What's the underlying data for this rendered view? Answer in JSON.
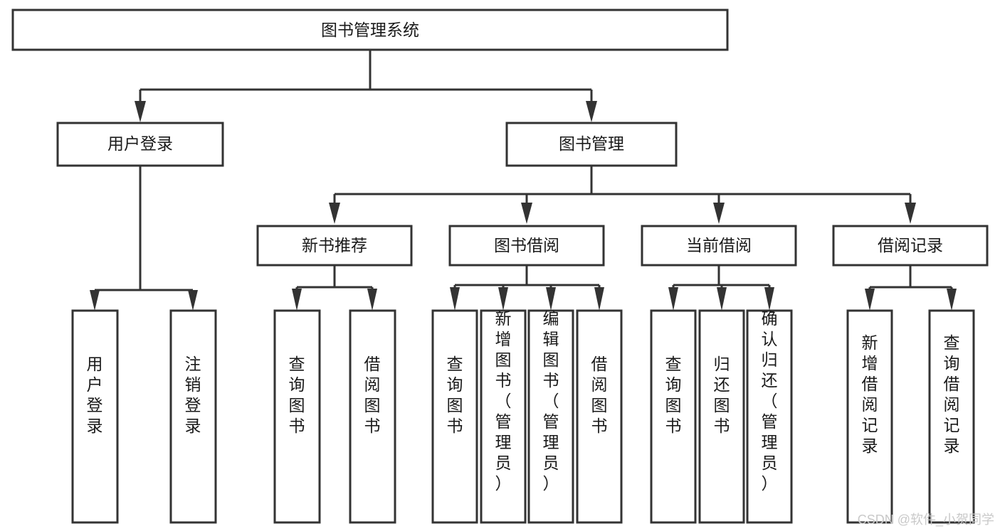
{
  "diagram": {
    "title": "图书管理系统",
    "type": "tree-hierarchy",
    "watermark": "CSDN @软件_小贺同学",
    "colors": {
      "stroke": "#333333",
      "fill": "#ffffff",
      "text": "#1a1a1a",
      "watermark": "#c9c9c9"
    },
    "nodes": {
      "root": {
        "label": "图书管理系统",
        "level": 0,
        "orientation": "horizontal"
      },
      "l1": [
        {
          "id": "user-login",
          "label": "用户登录",
          "orientation": "horizontal"
        },
        {
          "id": "book-manage",
          "label": "图书管理",
          "orientation": "horizontal"
        }
      ],
      "l2": [
        {
          "id": "new-book-recommend",
          "label": "新书推荐",
          "parent": "book-manage",
          "orientation": "horizontal"
        },
        {
          "id": "book-borrow",
          "label": "图书借阅",
          "parent": "book-manage",
          "orientation": "horizontal"
        },
        {
          "id": "current-borrow",
          "label": "当前借阅",
          "parent": "book-manage",
          "orientation": "horizontal"
        },
        {
          "id": "borrow-record",
          "label": "借阅记录",
          "parent": "book-manage",
          "orientation": "horizontal"
        }
      ],
      "leaves": [
        {
          "id": "leaf-user-login",
          "label": "用户登录",
          "parent": "user-login",
          "orientation": "vertical"
        },
        {
          "id": "leaf-user-logout",
          "label": "注销登录",
          "parent": "user-login",
          "orientation": "vertical"
        },
        {
          "id": "leaf-query-book-1",
          "label": "查询图书",
          "parent": "new-book-recommend",
          "orientation": "vertical"
        },
        {
          "id": "leaf-borrow-book-1",
          "label": "借阅图书",
          "parent": "new-book-recommend",
          "orientation": "vertical"
        },
        {
          "id": "leaf-query-book-2",
          "label": "查询图书",
          "parent": "book-borrow",
          "orientation": "vertical"
        },
        {
          "id": "leaf-add-book",
          "label": "新增图书（管理员）",
          "parent": "book-borrow",
          "orientation": "vertical"
        },
        {
          "id": "leaf-edit-book",
          "label": "编辑图书（管理员）",
          "parent": "book-borrow",
          "orientation": "vertical"
        },
        {
          "id": "leaf-borrow-book-2",
          "label": "借阅图书",
          "parent": "book-borrow",
          "orientation": "vertical"
        },
        {
          "id": "leaf-query-book-3",
          "label": "查询图书",
          "parent": "current-borrow",
          "orientation": "vertical"
        },
        {
          "id": "leaf-return-book",
          "label": "归还图书",
          "parent": "current-borrow",
          "orientation": "vertical"
        },
        {
          "id": "leaf-confirm-return",
          "label": "确认归还（管理员）",
          "parent": "current-borrow",
          "orientation": "vertical"
        },
        {
          "id": "leaf-add-record",
          "label": "新增借阅记录",
          "parent": "borrow-record",
          "orientation": "vertical"
        },
        {
          "id": "leaf-query-record",
          "label": "查询借阅记录",
          "parent": "borrow-record",
          "orientation": "vertical"
        }
      ]
    }
  }
}
